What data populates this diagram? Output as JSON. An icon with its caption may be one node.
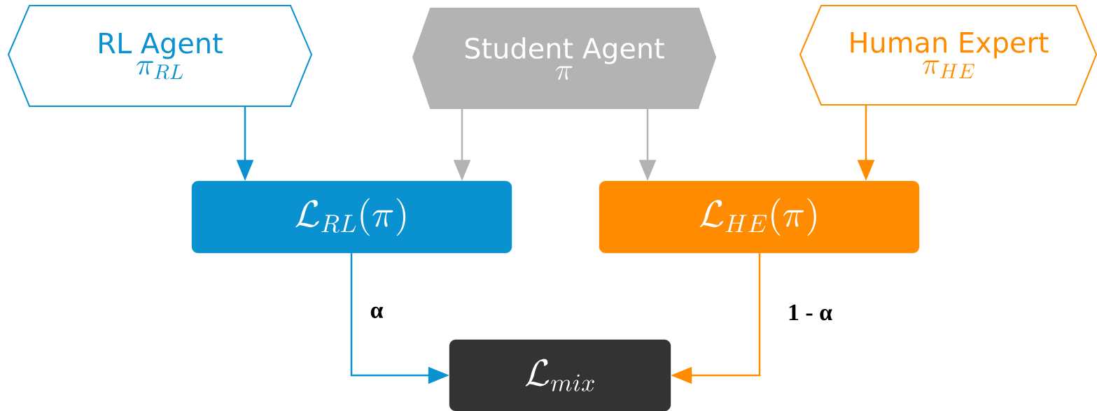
{
  "diagram": {
    "nodes": [
      {
        "text": [
          "RL Agent",
          "\\pi_{RL}"
        ]
      },
      {
        "text": [
          "Student Agent",
          "\\pi"
        ]
      },
      {
        "text": [
          "Human Expert",
          "\\pi_{HE}"
        ]
      },
      {
        "text": [
          "\\mathcal{L}_{RL}(\\pi)"
        ]
      },
      {
        "text": [
          "\\mathcal{L}_{HE}(\\pi)"
        ]
      },
      {
        "text": [
          "\\mathcal{L}_{mix}"
        ]
      }
    ],
    "edges": [
      {
        "from": 0,
        "to": 3,
        "arrow": "to",
        "color": "#0a91d0"
      },
      {
        "from": 1,
        "to": 3,
        "arrow": "to",
        "color": "#b3b3b3"
      },
      {
        "from": 1,
        "to": 4,
        "arrow": "to",
        "color": "#b3b3b3"
      },
      {
        "from": 2,
        "to": 4,
        "arrow": "to",
        "color": "#ff8c00"
      },
      {
        "from": 3,
        "to": 5,
        "arrow": "to",
        "label": "α",
        "color": "#0a91d0"
      },
      {
        "from": 4,
        "to": 5,
        "arrow": "to",
        "label": "1 - α",
        "color": "#ff8c00"
      }
    ]
  }
}
